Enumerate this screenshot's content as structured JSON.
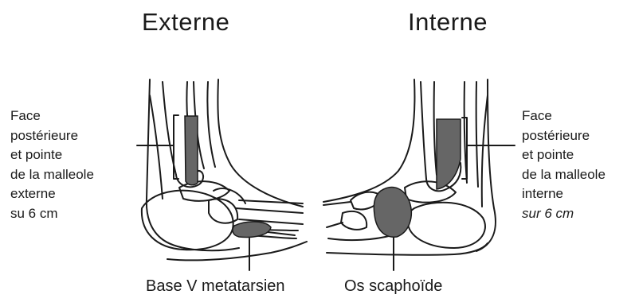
{
  "headings": {
    "external": "Externe",
    "internal": "Interne"
  },
  "left_labels": [
    "Face",
    "postérieure",
    "et pointe",
    "de la malleole",
    "externe",
    "su 6 cm"
  ],
  "right_labels": [
    "Face",
    "postérieure",
    "et pointe",
    "de la malleole",
    "interne",
    "sur 6 cm"
  ],
  "bottom_labels": {
    "external": "Base V metatarsien",
    "internal": "Os scaphoïde"
  },
  "colors": {
    "line": "#1a1a1a",
    "highlight": "#666666",
    "background": "#ffffff"
  }
}
